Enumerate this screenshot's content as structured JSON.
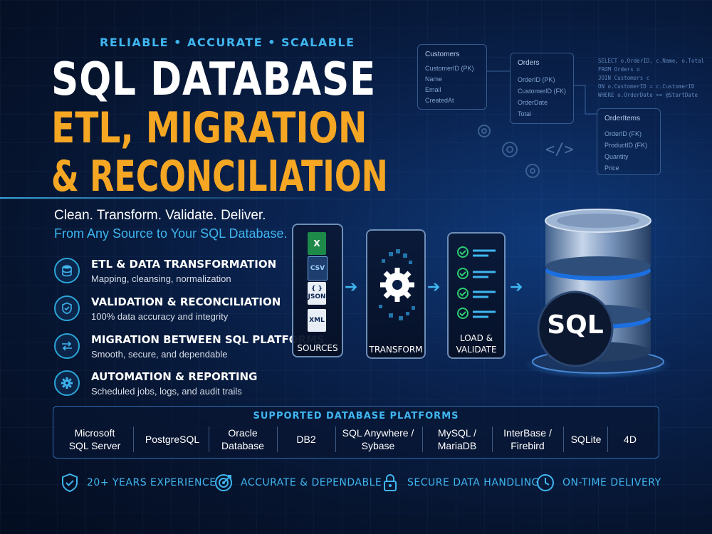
{
  "header": {
    "tagline": "RELIABLE • ACCURATE • SCALABLE",
    "title_line1": "SQL DATABASE",
    "title_line2": "ETL, MIGRATION",
    "title_line3": "& RECONCILIATION",
    "subtitle": "Clean. Transform. Validate. Deliver.",
    "subtitle2": "From Any Source to Your SQL Database."
  },
  "features": [
    {
      "icon": "database-icon",
      "title": "ETL & DATA TRANSFORMATION",
      "desc": "Mapping, cleansing, normalization"
    },
    {
      "icon": "shield-check-icon",
      "title": "VALIDATION & RECONCILIATION",
      "desc": "100% data accuracy and integrity"
    },
    {
      "icon": "swap-arrows-icon",
      "title": "MIGRATION BETWEEN SQL PLATFORMS",
      "desc": "Smooth, secure, and dependable"
    },
    {
      "icon": "gear-icon",
      "title": "AUTOMATION & REPORTING",
      "desc": "Scheduled jobs, logs, and audit trails"
    }
  ],
  "pipeline": {
    "sources_label": "SOURCES",
    "transform_label": "TRANSFORM",
    "load_label_1": "LOAD &",
    "load_label_2": "VALIDATE",
    "files": [
      "X",
      "CSV",
      "{ }",
      "JSON",
      "XML"
    ],
    "db_label": "SQL"
  },
  "schema": {
    "customers": {
      "title": "Customers",
      "fields": [
        "CustomerID (PK)",
        "Name",
        "Email",
        "CreatedAt"
      ]
    },
    "orders": {
      "title": "Orders",
      "fields": [
        "OrderID (PK)",
        "CustomerID (FK)",
        "OrderDate",
        "Total"
      ]
    },
    "orderitems": {
      "title": "OrderItems",
      "fields": [
        "OrderID (FK)",
        "ProductID (FK)",
        "Quantity",
        "Price"
      ]
    },
    "sql": [
      "SELECT o.OrderID, c.Name, o.Total",
      "FROM Orders o",
      "JOIN Customers c",
      "ON o.CustomerID = c.CustomerID",
      "WHERE o.OrderDate >= @StartDate"
    ],
    "code_glyph": "</>"
  },
  "platforms": {
    "title": "SUPPORTED DATABASE PLATFORMS",
    "items": [
      {
        "l1": "Microsoft",
        "l2": "SQL Server"
      },
      {
        "l1": "PostgreSQL",
        "l2": ""
      },
      {
        "l1": "Oracle",
        "l2": "Database"
      },
      {
        "l1": "DB2",
        "l2": ""
      },
      {
        "l1": "SQL Anywhere /",
        "l2": "Sybase"
      },
      {
        "l1": "MySQL /",
        "l2": "MariaDB"
      },
      {
        "l1": "InterBase /",
        "l2": "Firebird"
      },
      {
        "l1": "SQLite",
        "l2": ""
      },
      {
        "l1": "4D",
        "l2": ""
      }
    ]
  },
  "footer": [
    {
      "icon": "shield-check-icon",
      "label": "20+ YEARS EXPERIENCE"
    },
    {
      "icon": "target-icon",
      "label": "ACCURATE & DEPENDABLE"
    },
    {
      "icon": "lock-icon",
      "label": "SECURE DATA HANDLING"
    },
    {
      "icon": "clock-icon",
      "label": "ON-TIME DELIVERY"
    }
  ],
  "colors": {
    "accent_blue": "#3fb6f0",
    "accent_orange": "#f5a623",
    "background": "#06142e"
  }
}
